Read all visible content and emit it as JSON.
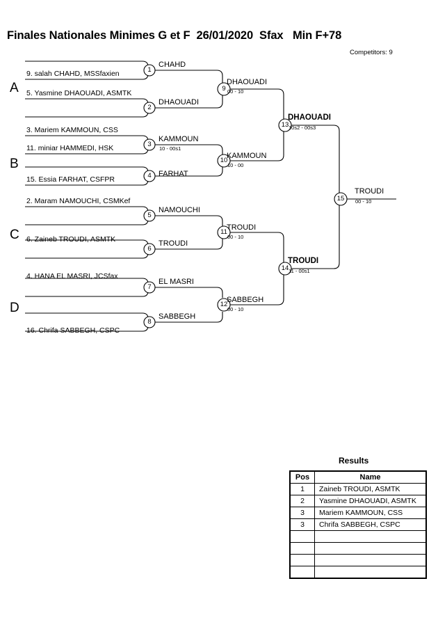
{
  "header": {
    "title": "Finales Nationales Minimes G et F  26/01/2020  Sfax   Min F+78",
    "competitors": "Competitors: 9"
  },
  "groups": [
    {
      "label": "A"
    },
    {
      "label": "B"
    },
    {
      "label": "C"
    },
    {
      "label": "D"
    }
  ],
  "entrants": [
    {
      "text": "9. salah CHAHD, MSSfaxien"
    },
    {
      "text": "5. Yasmine DHAOUADI, ASMTK"
    },
    {
      "text": "3. Mariem KAMMOUN, CSS"
    },
    {
      "text": "11. miniar HAMMEDI, HSK"
    },
    {
      "text": "15. Essia FARHAT, CSFPR"
    },
    {
      "text": "2. Maram NAMOUCHI, CSMKef"
    },
    {
      "text": "6. Zaineb TROUDI, ASMTK"
    },
    {
      "text": "4. HANA EL MASRI, JCSfax"
    },
    {
      "text": "16. Chrifa SABBEGH, CSPC"
    }
  ],
  "matches": [
    {
      "num": "1",
      "winner": "CHAHD",
      "score": ""
    },
    {
      "num": "2",
      "winner": "DHAOUADI",
      "score": ""
    },
    {
      "num": "3",
      "winner": "KAMMOUN",
      "score": "10 - 00s1"
    },
    {
      "num": "4",
      "winner": "FARHAT",
      "score": ""
    },
    {
      "num": "5",
      "winner": "NAMOUCHI",
      "score": ""
    },
    {
      "num": "6",
      "winner": "TROUDI",
      "score": ""
    },
    {
      "num": "7",
      "winner": "EL MASRI",
      "score": ""
    },
    {
      "num": "8",
      "winner": "SABBEGH",
      "score": ""
    },
    {
      "num": "9",
      "winner": "DHAOUADI",
      "score": "00 - 10"
    },
    {
      "num": "10",
      "winner": "KAMMOUN",
      "score": "10 - 00"
    },
    {
      "num": "11",
      "winner": "TROUDI",
      "score": "00 - 10"
    },
    {
      "num": "12",
      "winner": "SABBEGH",
      "score": "00 - 10"
    },
    {
      "num": "13",
      "winner": "DHAOUADI",
      "score": "10s2 - 00s3"
    },
    {
      "num": "14",
      "winner": "TROUDI",
      "score": "11 - 00s1"
    },
    {
      "num": "15",
      "winner": "TROUDI",
      "score": "00 - 10"
    }
  ],
  "results": {
    "title": "Results",
    "columns": [
      "Pos",
      "Name"
    ],
    "rows": [
      {
        "pos": "1",
        "name": "Zaineb TROUDI, ASMTK"
      },
      {
        "pos": "2",
        "name": "Yasmine DHAOUADI, ASMTK"
      },
      {
        "pos": "3",
        "name": "Mariem KAMMOUN, CSS"
      },
      {
        "pos": "3",
        "name": "Chrifa SABBEGH, CSPC"
      },
      {
        "pos": "",
        "name": ""
      },
      {
        "pos": "",
        "name": ""
      },
      {
        "pos": "",
        "name": ""
      },
      {
        "pos": "",
        "name": ""
      }
    ]
  },
  "colors": {
    "line": "#000000",
    "shadow": "#808080",
    "text": "#000000",
    "background": "#ffffff"
  }
}
